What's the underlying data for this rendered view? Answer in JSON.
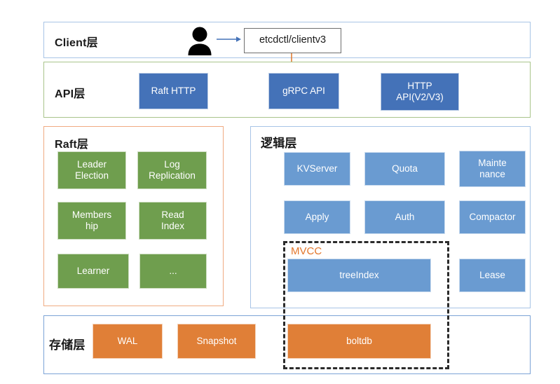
{
  "diagram": {
    "title": "etcd architecture layers",
    "colors": {
      "blue_dark": "#4472b8",
      "blue_mid": "#6a9bd1",
      "green": "#6f9e4e",
      "orange": "#e07f37",
      "mvcc_label": "#e3762a",
      "border_client": "#a8c4e6",
      "border_api": "#a9c48b",
      "border_raft": "#f0ab82",
      "border_logic": "#a8c4e6",
      "border_storage": "#7ba3d6",
      "arrow_blue": "#4472b8",
      "arrow_orange": "#e07f37"
    }
  },
  "client_layer": {
    "title": "Client层",
    "user_icon": "person-icon",
    "client_box": "etcdctl/clientv3"
  },
  "api_layer": {
    "title": "API层",
    "nodes": [
      {
        "label": "Raft HTTP"
      },
      {
        "label": "gRPC API"
      },
      {
        "label": "HTTP\nAPI(V2/V3)"
      }
    ]
  },
  "raft_layer": {
    "title": "Raft层",
    "nodes": [
      {
        "label": "Leader\nElection"
      },
      {
        "label": "Log\nReplication"
      },
      {
        "label": "Members\nhip"
      },
      {
        "label": "Read\nIndex"
      },
      {
        "label": "Learner"
      },
      {
        "label": "..."
      }
    ]
  },
  "logic_layer": {
    "title": "逻辑层",
    "nodes": [
      {
        "label": "KVServer"
      },
      {
        "label": "Quota"
      },
      {
        "label": "Mainte\nnance"
      },
      {
        "label": "Apply"
      },
      {
        "label": "Auth"
      },
      {
        "label": "Compactor"
      },
      {
        "label": "treeIndex"
      },
      {
        "label": "Lease"
      }
    ]
  },
  "mvcc_group": {
    "label": "MVCC"
  },
  "storage_layer": {
    "title": "存储层",
    "nodes": [
      {
        "label": "WAL"
      },
      {
        "label": "Snapshot"
      },
      {
        "label": "boltdb"
      }
    ]
  }
}
